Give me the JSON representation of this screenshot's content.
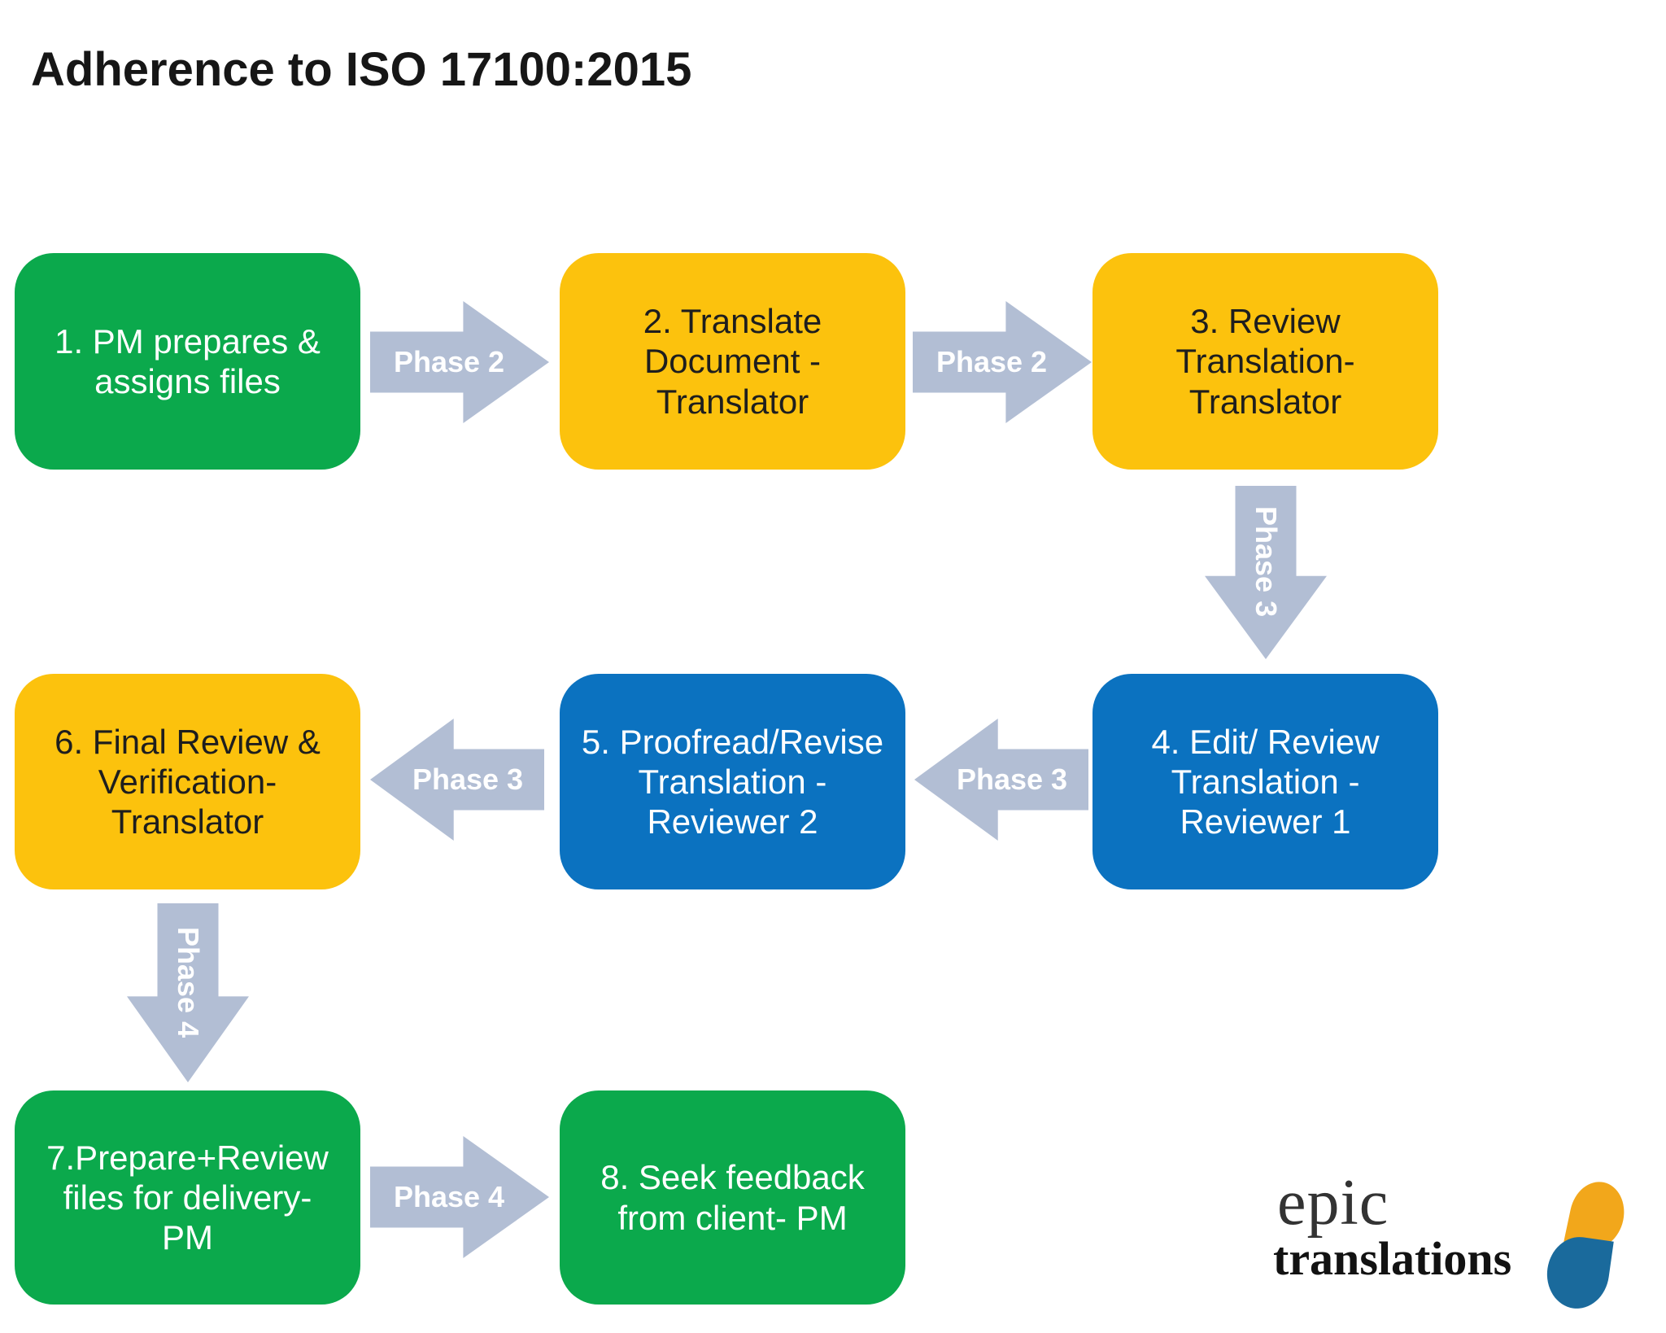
{
  "title": "Adherence to ISO 17100:2015",
  "colors": {
    "box_green": "#0ba94c",
    "box_yellow": "#fcc20d",
    "box_blue": "#0b72c0",
    "arrow": "#b2bed4",
    "arrow_label_text": "#ffffff",
    "title_text": "#161616",
    "yellow_box_text": "#1e1e1e",
    "light_box_text": "#ffffff",
    "logo_orange": "#f2a71b",
    "logo_blue": "#1a6a9c"
  },
  "flow": {
    "boxes": [
      {
        "step": 1,
        "label": "1. PM prepares &\nassigns files",
        "color": "green"
      },
      {
        "step": 2,
        "label": "2. Translate\nDocument -\nTranslator",
        "color": "yellow"
      },
      {
        "step": 3,
        "label": "3. Review\nTranslation-\nTranslator",
        "color": "yellow"
      },
      {
        "step": 4,
        "label": "4. Edit/ Review\nTranslation -\nReviewer 1",
        "color": "blue"
      },
      {
        "step": 5,
        "label": "5. Proofread/Revise\nTranslation -\nReviewer 2",
        "color": "blue"
      },
      {
        "step": 6,
        "label": "6. Final Review &\nVerification-\nTranslator",
        "color": "yellow"
      },
      {
        "step": 7,
        "label": "7.Prepare+Review\nfiles for delivery-\nPM",
        "color": "green"
      },
      {
        "step": 8,
        "label": "8. Seek feedback\nfrom client- PM",
        "color": "green"
      }
    ],
    "arrows": [
      {
        "label": "Phase 2",
        "direction": "right",
        "from": 1,
        "to": 2
      },
      {
        "label": "Phase 2",
        "direction": "right",
        "from": 2,
        "to": 3
      },
      {
        "label": "Phase 3",
        "direction": "down",
        "from": 3,
        "to": 4
      },
      {
        "label": "Phase 3",
        "direction": "left",
        "from": 4,
        "to": 5
      },
      {
        "label": "Phase 3",
        "direction": "left",
        "from": 5,
        "to": 6
      },
      {
        "label": "Phase 4",
        "direction": "down",
        "from": 6,
        "to": 7
      },
      {
        "label": "Phase 4",
        "direction": "right",
        "from": 7,
        "to": 8
      }
    ]
  },
  "logo": {
    "word1": "epic",
    "word2": "translations"
  }
}
